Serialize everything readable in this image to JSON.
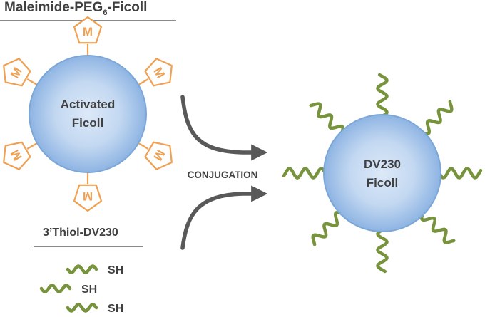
{
  "top_heading": {
    "main": "Maleimide-PEG",
    "subscript": "6",
    "suffix": "-Ficoll"
  },
  "reagent_heading": "3’Thiol-DV230",
  "activated_bead": {
    "line1": "Activated",
    "line2": "Ficoll",
    "group_letter": "M"
  },
  "reagent_sh": [
    "SH",
    "SH",
    "SH"
  ],
  "reaction_label": "CONJUGATION",
  "product_bead": {
    "line1": "DV230",
    "line2": "Ficoll"
  },
  "colors": {
    "heading_text": "#404040",
    "rule": "#8a8a8a",
    "bead_center": "#dce9f8",
    "bead_edge": "#8eb4e3",
    "bead_stroke": "#7aa7d8",
    "maleimide_orange": "#f0a050",
    "oligo_green": "#77933c",
    "arrow_gray": "#595959"
  }
}
